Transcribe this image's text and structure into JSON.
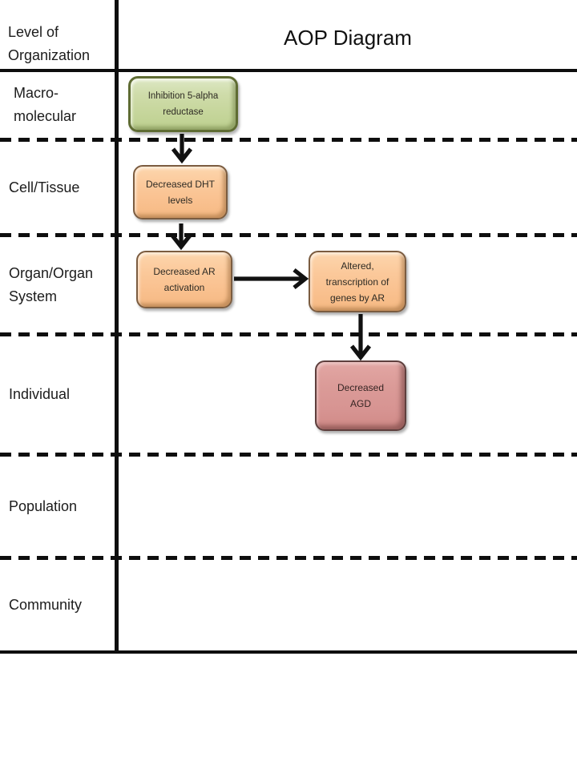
{
  "table": {
    "corner_label": "Level of\nOrganization",
    "title": "AOP Diagram",
    "rows": [
      {
        "label": "Macro-\nmolecular"
      },
      {
        "label": "Cell/Tissue"
      },
      {
        "label": "Organ/Organ\nSystem"
      },
      {
        "label": "Individual"
      },
      {
        "label": "Population"
      },
      {
        "label": "Community"
      }
    ]
  },
  "diagram": {
    "nodes": [
      {
        "label": "Inhibition 5-alpha\nreductase",
        "row": "Macro-molecular",
        "fill": "#c6d69c",
        "border": "#5f6c33"
      },
      {
        "label": "Decreased DHT\nlevels",
        "row": "Cell/Tissue",
        "fill": "#fac394",
        "border": "#7b5c40"
      },
      {
        "label": "Decreased AR\nactivation",
        "row": "Organ/Organ System",
        "fill": "#fac394",
        "border": "#7b5c40"
      },
      {
        "label": "Altered,\ntranscription of\ngenes by AR",
        "row": "Organ/Organ System",
        "fill": "#fac394",
        "border": "#7b5c40"
      },
      {
        "label": "Decreased\nAGD",
        "row": "Individual",
        "fill": "#d99795",
        "border": "#5e3f3d"
      }
    ],
    "edges": [
      {
        "from": "Inhibition 5-alpha reductase",
        "to": "Decreased DHT levels"
      },
      {
        "from": "Decreased DHT levels",
        "to": "Decreased AR activation"
      },
      {
        "from": "Decreased AR activation",
        "to": "Altered, transcription of genes by AR"
      },
      {
        "from": "Altered, transcription of genes by AR",
        "to": "Decreased AGD"
      }
    ]
  },
  "colors": {
    "line": "#0e0e0e",
    "background": "#ffffff",
    "node_text": "#2e2b24"
  }
}
